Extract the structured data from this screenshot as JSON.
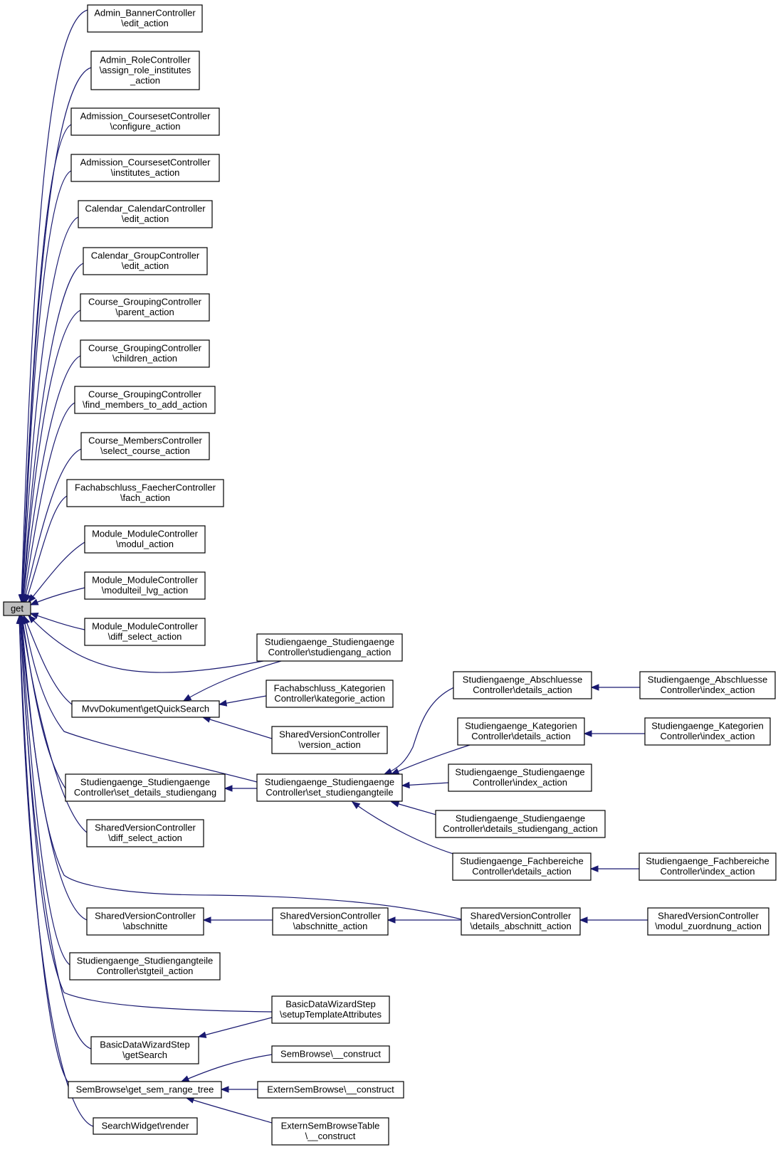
{
  "diagram": {
    "type": "call-graph",
    "nodes": [
      {
        "id": "get",
        "lines": [
          "get"
        ],
        "root": true
      },
      {
        "id": "n1",
        "lines": [
          "Admin_BannerController",
          "\\edit_action"
        ]
      },
      {
        "id": "n2",
        "lines": [
          "Admin_RoleController",
          "\\assign_role_institutes",
          "_action"
        ]
      },
      {
        "id": "n3",
        "lines": [
          "Admission_CoursesetController",
          "\\configure_action"
        ]
      },
      {
        "id": "n4",
        "lines": [
          "Admission_CoursesetController",
          "\\institutes_action"
        ]
      },
      {
        "id": "n5",
        "lines": [
          "Calendar_CalendarController",
          "\\edit_action"
        ]
      },
      {
        "id": "n6",
        "lines": [
          "Calendar_GroupController",
          "\\edit_action"
        ]
      },
      {
        "id": "n7",
        "lines": [
          "Course_GroupingController",
          "\\parent_action"
        ]
      },
      {
        "id": "n8",
        "lines": [
          "Course_GroupingController",
          "\\children_action"
        ]
      },
      {
        "id": "n9",
        "lines": [
          "Course_GroupingController",
          "\\find_members_to_add_action"
        ]
      },
      {
        "id": "n10",
        "lines": [
          "Course_MembersController",
          "\\select_course_action"
        ]
      },
      {
        "id": "n11",
        "lines": [
          "Fachabschluss_FaecherController",
          "\\fach_action"
        ]
      },
      {
        "id": "n12",
        "lines": [
          "Module_ModuleController",
          "\\modul_action"
        ]
      },
      {
        "id": "n13",
        "lines": [
          "Module_ModuleController",
          "\\modulteil_lvg_action"
        ]
      },
      {
        "id": "n14",
        "lines": [
          "Module_ModuleController",
          "\\diff_select_action"
        ]
      },
      {
        "id": "n15",
        "lines": [
          "Studiengaenge_Studiengaenge",
          "Controller\\studiengang_action"
        ]
      },
      {
        "id": "n16",
        "lines": [
          "MvvDokument\\getQuickSearch"
        ]
      },
      {
        "id": "n17",
        "lines": [
          "Fachabschluss_Kategorien",
          "Controller\\kategorie_action"
        ]
      },
      {
        "id": "n18",
        "lines": [
          "SharedVersionController",
          "\\version_action"
        ]
      },
      {
        "id": "n19",
        "lines": [
          "Studiengaenge_Studiengaenge",
          "Controller\\set_details_studiengang"
        ]
      },
      {
        "id": "n20",
        "lines": [
          "Studiengaenge_Studiengaenge",
          "Controller\\set_studiengangteile"
        ]
      },
      {
        "id": "n21",
        "lines": [
          "Studiengaenge_Abschluesse",
          "Controller\\details_action"
        ]
      },
      {
        "id": "n22",
        "lines": [
          "Studiengaenge_Abschluesse",
          "Controller\\index_action"
        ]
      },
      {
        "id": "n23",
        "lines": [
          "Studiengaenge_Kategorien",
          "Controller\\details_action"
        ]
      },
      {
        "id": "n24",
        "lines": [
          "Studiengaenge_Kategorien",
          "Controller\\index_action"
        ]
      },
      {
        "id": "n25",
        "lines": [
          "Studiengaenge_Studiengaenge",
          "Controller\\index_action"
        ]
      },
      {
        "id": "n26",
        "lines": [
          "Studiengaenge_Studiengaenge",
          "Controller\\details_studiengang_action"
        ]
      },
      {
        "id": "n27",
        "lines": [
          "Studiengaenge_Fachbereiche",
          "Controller\\details_action"
        ]
      },
      {
        "id": "n28",
        "lines": [
          "Studiengaenge_Fachbereiche",
          "Controller\\index_action"
        ]
      },
      {
        "id": "n29",
        "lines": [
          "SharedVersionController",
          "\\diff_select_action"
        ]
      },
      {
        "id": "n30",
        "lines": [
          "SharedVersionController",
          "\\abschnitte"
        ]
      },
      {
        "id": "n31",
        "lines": [
          "SharedVersionController",
          "\\abschnitte_action"
        ]
      },
      {
        "id": "n32",
        "lines": [
          "SharedVersionController",
          "\\details_abschnitt_action"
        ]
      },
      {
        "id": "n33",
        "lines": [
          "SharedVersionController",
          "\\modul_zuordnung_action"
        ]
      },
      {
        "id": "n34",
        "lines": [
          "Studiengaenge_Studiengangteile",
          "Controller\\stgteil_action"
        ]
      },
      {
        "id": "n35",
        "lines": [
          "BasicDataWizardStep",
          "\\setupTemplateAttributes"
        ]
      },
      {
        "id": "n36",
        "lines": [
          "BasicDataWizardStep",
          "\\getSearch"
        ]
      },
      {
        "id": "n37",
        "lines": [
          "SemBrowse\\__construct"
        ]
      },
      {
        "id": "n38",
        "lines": [
          "SemBrowse\\get_sem_range_tree"
        ]
      },
      {
        "id": "n39",
        "lines": [
          "ExternSemBrowse\\__construct"
        ]
      },
      {
        "id": "n40",
        "lines": [
          "ExternSemBrowseTable",
          "\\__construct"
        ]
      },
      {
        "id": "n41",
        "lines": [
          "SearchWidget\\render"
        ]
      }
    ],
    "edges": [
      {
        "from": "n1",
        "to": "get"
      },
      {
        "from": "n2",
        "to": "get"
      },
      {
        "from": "n3",
        "to": "get"
      },
      {
        "from": "n4",
        "to": "get"
      },
      {
        "from": "n5",
        "to": "get"
      },
      {
        "from": "n6",
        "to": "get"
      },
      {
        "from": "n7",
        "to": "get"
      },
      {
        "from": "n8",
        "to": "get"
      },
      {
        "from": "n9",
        "to": "get"
      },
      {
        "from": "n10",
        "to": "get"
      },
      {
        "from": "n11",
        "to": "get"
      },
      {
        "from": "n12",
        "to": "get"
      },
      {
        "from": "n13",
        "to": "get"
      },
      {
        "from": "n14",
        "to": "get"
      },
      {
        "from": "n15",
        "to": "get"
      },
      {
        "from": "n16",
        "to": "get"
      },
      {
        "from": "n20",
        "to": "get"
      },
      {
        "from": "n19",
        "to": "get"
      },
      {
        "from": "n29",
        "to": "get"
      },
      {
        "from": "n32",
        "to": "get"
      },
      {
        "from": "n30",
        "to": "get"
      },
      {
        "from": "n34",
        "to": "get"
      },
      {
        "from": "n35",
        "to": "get"
      },
      {
        "from": "n36",
        "to": "get"
      },
      {
        "from": "n38",
        "to": "get"
      },
      {
        "from": "n41",
        "to": "get"
      },
      {
        "from": "n15",
        "to": "n16"
      },
      {
        "from": "n17",
        "to": "n16"
      },
      {
        "from": "n18",
        "to": "n16"
      },
      {
        "from": "n20",
        "to": "n19"
      },
      {
        "from": "n21",
        "to": "n20"
      },
      {
        "from": "n23",
        "to": "n20"
      },
      {
        "from": "n25",
        "to": "n20"
      },
      {
        "from": "n26",
        "to": "n20"
      },
      {
        "from": "n27",
        "to": "n20"
      },
      {
        "from": "n22",
        "to": "n21"
      },
      {
        "from": "n24",
        "to": "n23"
      },
      {
        "from": "n28",
        "to": "n27"
      },
      {
        "from": "n31",
        "to": "n30"
      },
      {
        "from": "n32",
        "to": "n31"
      },
      {
        "from": "n33",
        "to": "n32"
      },
      {
        "from": "n35",
        "to": "n36"
      },
      {
        "from": "n37",
        "to": "n38"
      },
      {
        "from": "n39",
        "to": "n38"
      },
      {
        "from": "n40",
        "to": "n38"
      }
    ]
  }
}
